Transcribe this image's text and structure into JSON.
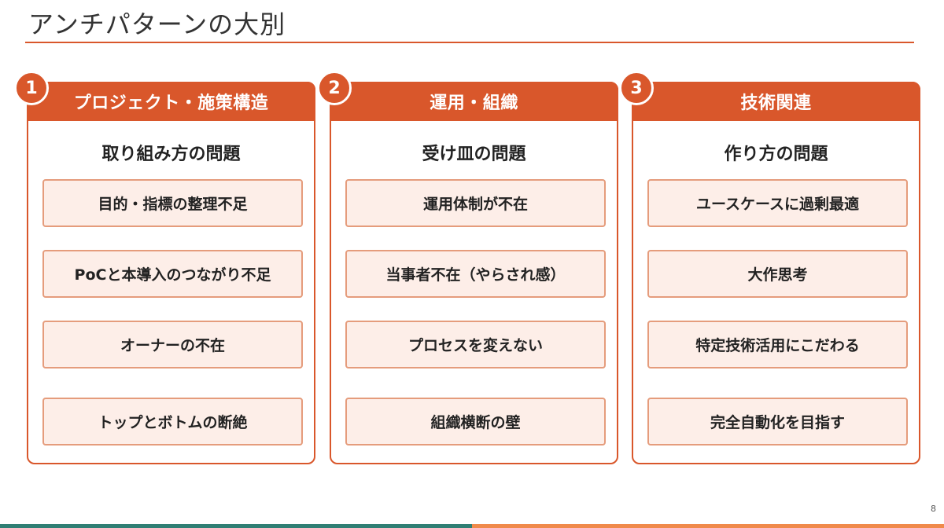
{
  "slide": {
    "title": "アンチパターンの大別",
    "page_number": "8"
  },
  "colors": {
    "accent": "#d9572b",
    "item_fill": "#fdeee8",
    "item_border": "#e59c7c",
    "bottom_bar_left": "#2f7f74",
    "bottom_bar_right": "#f08a4b"
  },
  "columns": [
    {
      "number": "1",
      "header": "プロジェクト・施策構造",
      "subtitle": "取り組み方の問題",
      "items": [
        "目的・指標の整理不足",
        "PoCと本導入のつながり不足",
        "オーナーの不在",
        "トップとボトムの断絶"
      ]
    },
    {
      "number": "2",
      "header": "運用・組織",
      "subtitle": "受け皿の問題",
      "items": [
        "運用体制が不在",
        "当事者不在（やらされ感）",
        "プロセスを変えない",
        "組織横断の壁"
      ]
    },
    {
      "number": "3",
      "header": "技術関連",
      "subtitle": "作り方の問題",
      "items": [
        "ユースケースに過剰最適",
        "大作思考",
        "特定技術活用にこだわる",
        "完全自動化を目指す"
      ]
    }
  ]
}
